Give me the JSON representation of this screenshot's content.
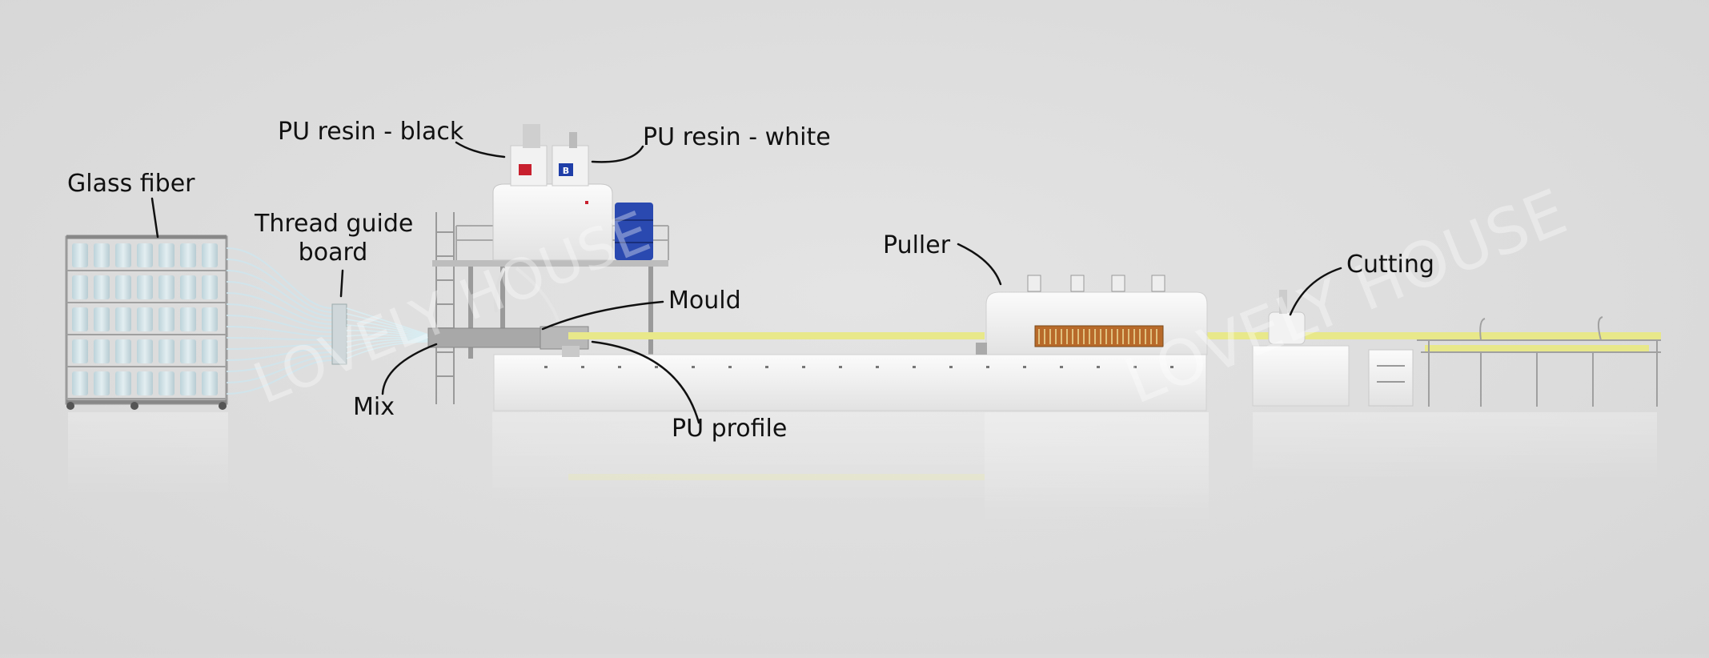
{
  "labels": {
    "glass_fiber": "Glass fiber",
    "thread_guide_line1": "Thread guide",
    "thread_guide_line2": "board",
    "pu_resin_black": "PU resin - black",
    "pu_resin_white": "PU resin - white",
    "mould": "Mould",
    "mix": "Mix",
    "pu_profile": "PU profile",
    "puller": "Puller",
    "cutting": "Cutting"
  },
  "tank_letters": {
    "black": "",
    "white": "B"
  },
  "watermark": "LOVELY HOUSE",
  "colors": {
    "profile": "#e8e88a",
    "tank_red": "#c8202e",
    "tank_blue": "#1f3ea8",
    "drum_blue": "#2a49b0",
    "heater": "#b86a2a"
  }
}
